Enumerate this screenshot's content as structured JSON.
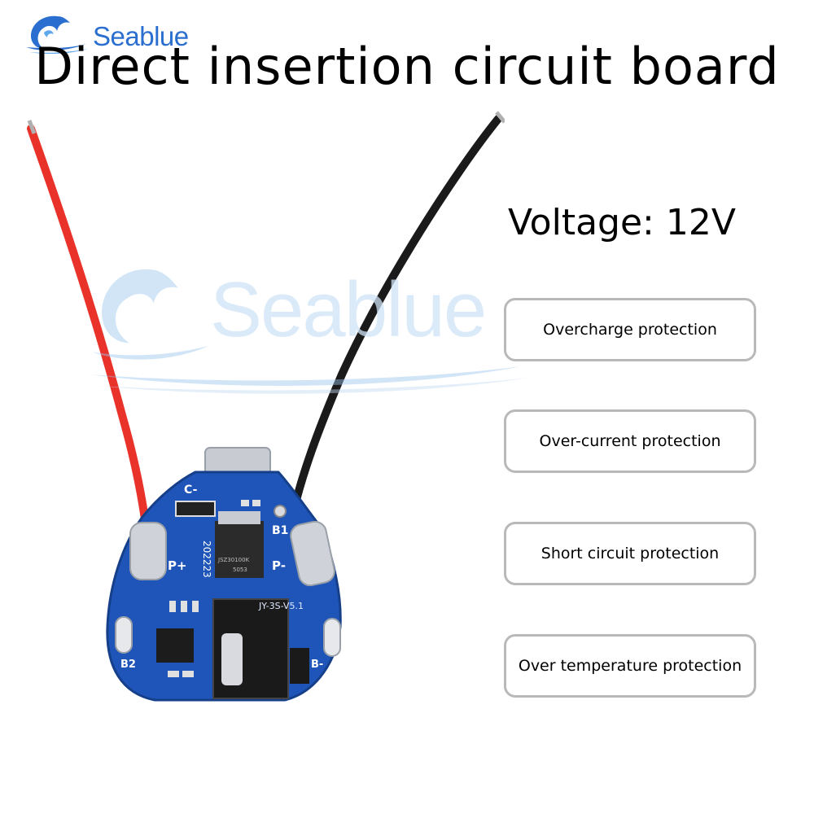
{
  "brand": {
    "name": "Seablue",
    "color": "#2a6fd0",
    "logo_icon": "wave-icon"
  },
  "title": "Direct insertion circuit board",
  "voltage": "Voltage: 12V",
  "features": [
    {
      "label": "Overcharge protection"
    },
    {
      "label": "Over-current protection"
    },
    {
      "label": "Short circuit protection"
    },
    {
      "label": "Over temperature protection"
    }
  ],
  "product": {
    "pcb_color": "#1f55b8",
    "board_labels": {
      "c_minus": "C-",
      "b1": "B1",
      "p_plus": "P+",
      "p_minus": "P-",
      "b2": "B2",
      "b_minus": "B-",
      "model": "JY-3S-V5.1",
      "date_code": "202223",
      "mosfet_code": "JSZ30100K",
      "mosfet_lot": "5053"
    },
    "wire_colors": {
      "positive": "#e8322a",
      "negative": "#1a1a1a"
    }
  },
  "watermark": {
    "text": "Seablue"
  }
}
